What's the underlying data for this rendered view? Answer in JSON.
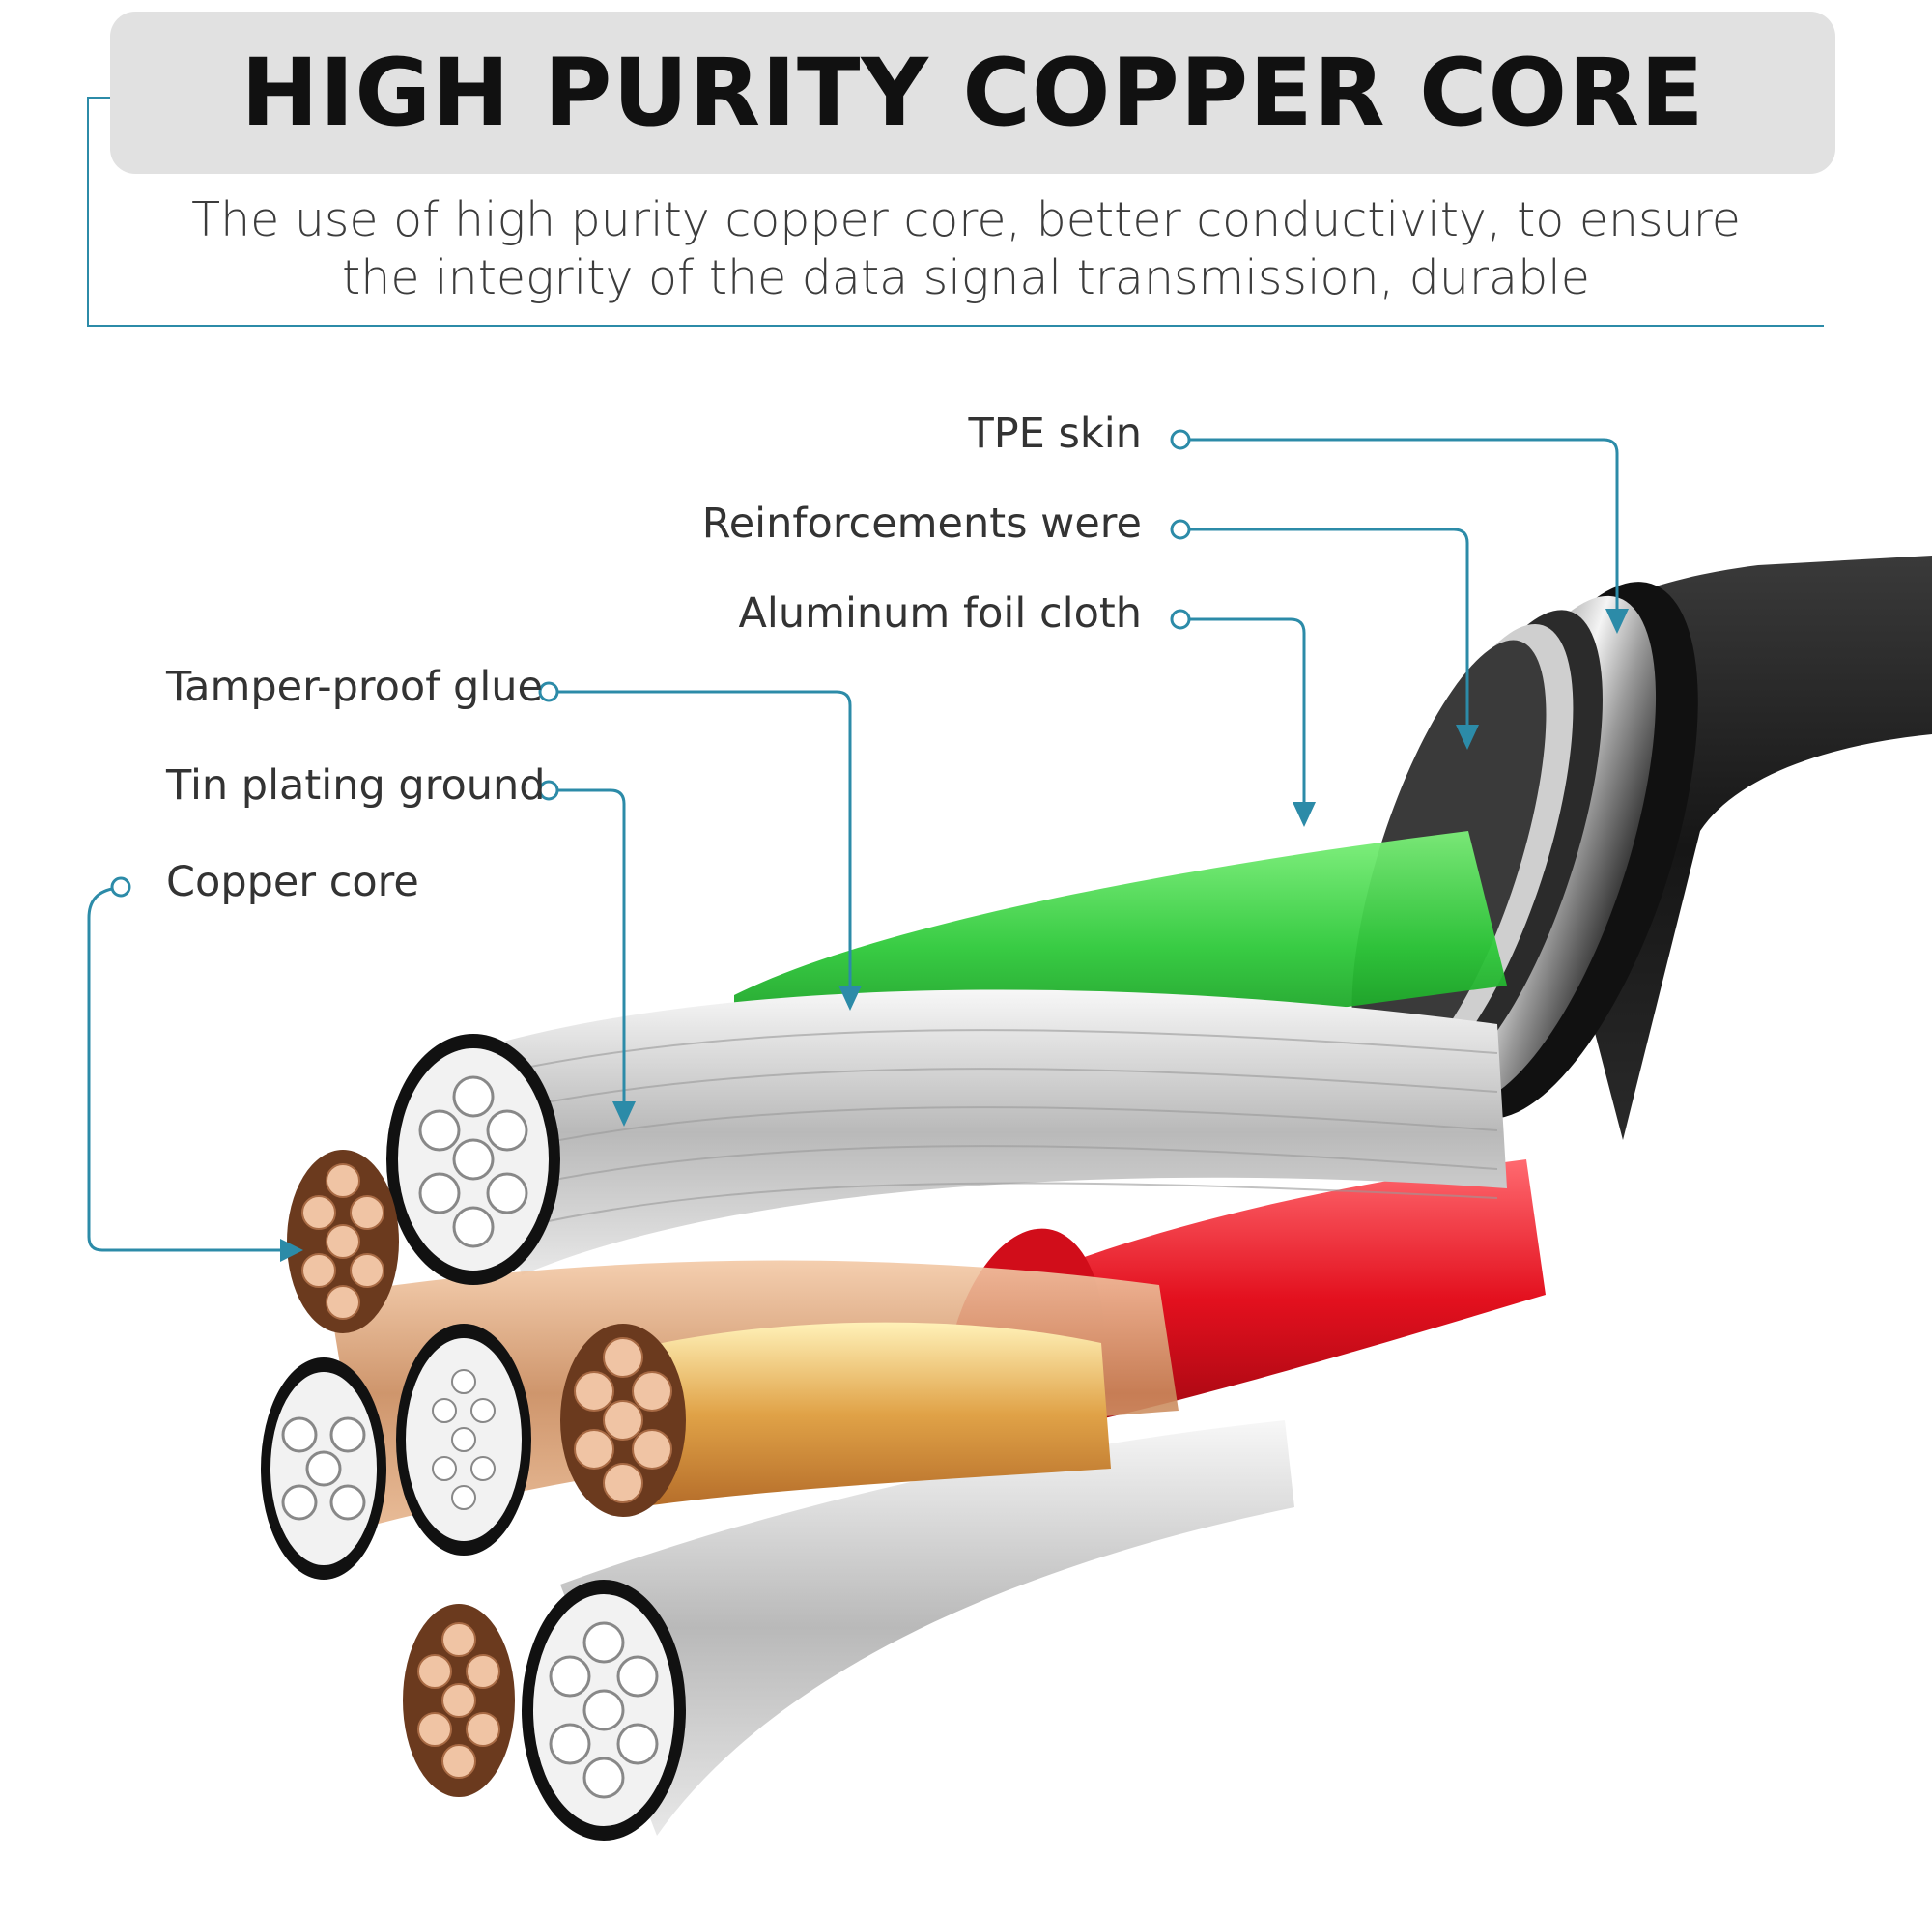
{
  "header": {
    "title": "HIGH PURITY COPPER CORE",
    "subtitle_line1": "The use of high purity copper core, better conductivity, to ensure",
    "subtitle_line2": "the integrity of the data signal transmission, durable"
  },
  "callouts": {
    "tpe_skin": "TPE skin",
    "reinforcements": "Reinforcements were",
    "aluminum_foil": "Aluminum foil cloth",
    "tamper_glue": "Tamper-proof glue",
    "tin_plating": "Tin plating ground",
    "copper_core": "Copper core"
  },
  "colors": {
    "accent": "#2c8ba8",
    "copper": "#e8b08e",
    "silver": "#cfcfcf",
    "green_insulation": "#3fd24a",
    "red_insulation": "#e8202e",
    "jacket": "#1c1c1c"
  }
}
